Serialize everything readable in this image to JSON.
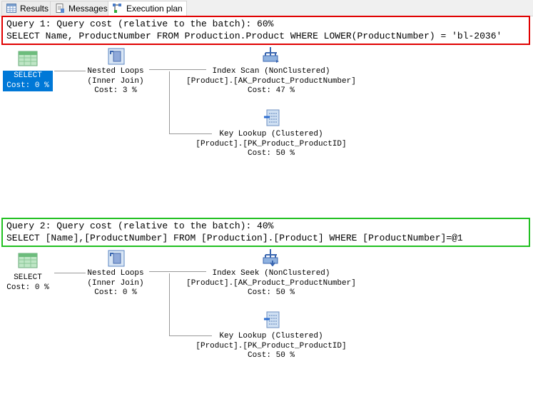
{
  "tabs": [
    {
      "label": "Results",
      "icon": "grid-icon"
    },
    {
      "label": "Messages",
      "icon": "document-icon"
    },
    {
      "label": "Execution plan",
      "icon": "plan-icon",
      "active": true
    }
  ],
  "queries": [
    {
      "header": "Query 1: Query cost (relative to the batch): 60%",
      "sql": "SELECT Name, ProductNumber FROM Production.Product WHERE LOWER(ProductNumber) = 'bl-2036'",
      "border_color": "#e00000",
      "select": {
        "label": "SELECT",
        "cost": "Cost: 0 %",
        "selected": true
      },
      "join": {
        "name": "Nested Loops",
        "type": "(Inner Join)",
        "cost": "Cost: 3 %"
      },
      "index": {
        "name": "Index Scan (NonClustered)",
        "object": "[Product].[AK_Product_ProductNumber]",
        "cost": "Cost: 47 %",
        "icon": "index-scan-icon"
      },
      "lookup": {
        "name": "Key Lookup (Clustered)",
        "object": "[Product].[PK_Product_ProductID]",
        "cost": "Cost: 50 %"
      }
    },
    {
      "header": "Query 2: Query cost (relative to the batch): 40%",
      "sql": "SELECT [Name],[ProductNumber] FROM [Production].[Product] WHERE [ProductNumber]=@1",
      "border_color": "#22c022",
      "select": {
        "label": "SELECT",
        "cost": "Cost: 0 %",
        "selected": false
      },
      "join": {
        "name": "Nested Loops",
        "type": "(Inner Join)",
        "cost": "Cost: 0 %"
      },
      "index": {
        "name": "Index Seek (NonClustered)",
        "object": "[Product].[AK_Product_ProductNumber]",
        "cost": "Cost: 50 %",
        "icon": "index-seek-icon"
      },
      "lookup": {
        "name": "Key Lookup (Clustered)",
        "object": "[Product].[PK_Product_ProductID]",
        "cost": "Cost: 50 %"
      }
    }
  ]
}
